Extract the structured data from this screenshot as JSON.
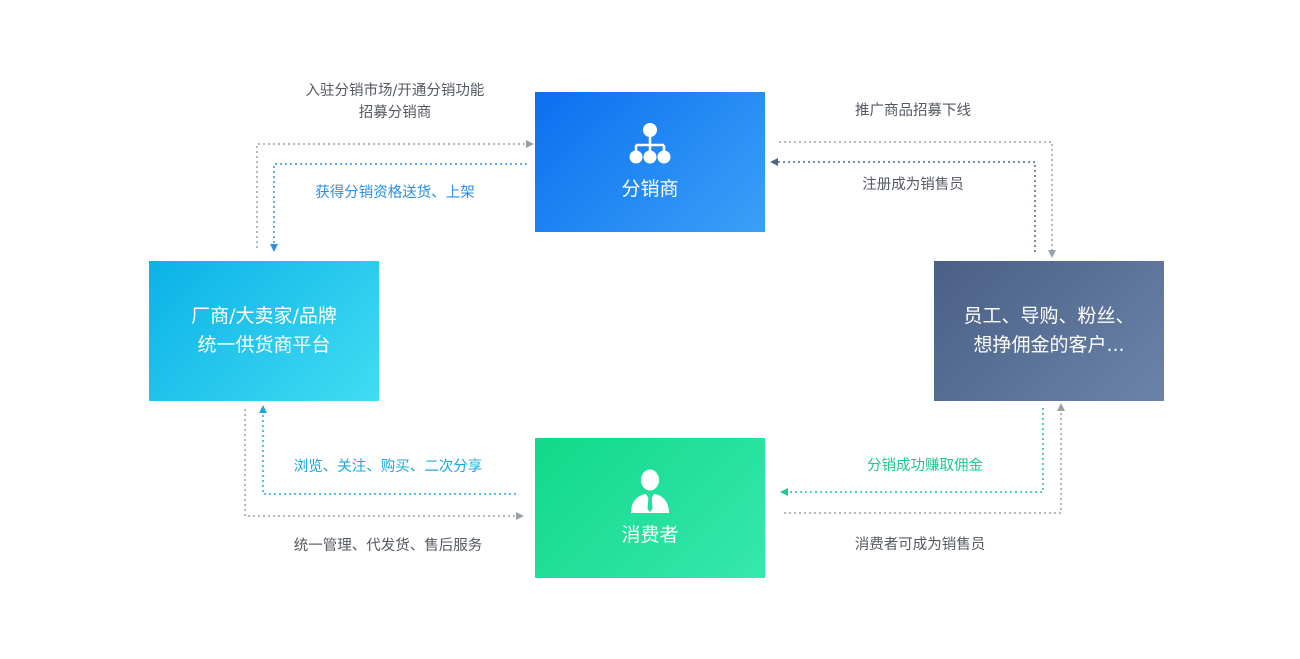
{
  "nodes": {
    "distributor": {
      "label": "分销商",
      "icon": "org-chart-icon"
    },
    "platform": {
      "line1": "厂商/大卖家/品牌",
      "line2": "统一供货商平台"
    },
    "staff": {
      "line1": "员工、导购、粉丝、",
      "line2": "想挣佣金的客户..."
    },
    "consumer": {
      "label": "消费者",
      "icon": "user-icon"
    }
  },
  "edges": {
    "platform_to_distributor": {
      "line1": "入驻分销市场/开通分销功能",
      "line2": "招募分销商"
    },
    "distributor_to_platform": "获得分销资格送货、上架",
    "distributor_to_staff": "推广商品招募下线",
    "staff_to_distributor": "注册成为销售员",
    "consumer_to_platform": "浏览、关注、购买、二次分享",
    "platform_to_consumer": "统一管理、代发货、售后服务",
    "staff_to_consumer": "分销成功赚取佣金",
    "consumer_to_staff": "消费者可成为销售员"
  },
  "colors": {
    "distributor": "#1a7ff2",
    "platform": "#1cc4ec",
    "staff": "#5a7096",
    "consumer": "#20df9b",
    "arrow_gray": "#9aa0a8",
    "arrow_blue": "#2b8fe6",
    "arrow_dark": "#4e6585",
    "arrow_cyan": "#1aa8e0",
    "arrow_green": "#1ec98a"
  }
}
